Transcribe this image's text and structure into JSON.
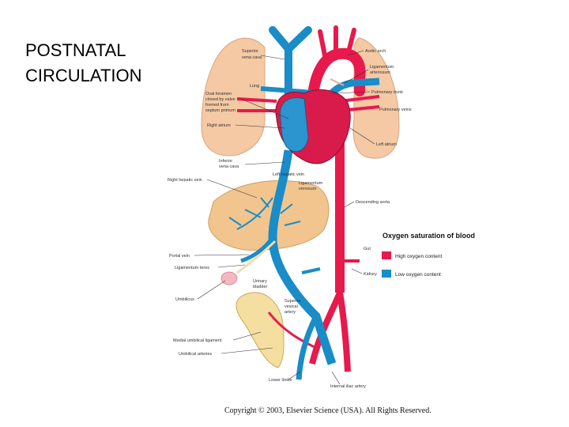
{
  "slide": {
    "title_lines": [
      "POSTNATAL",
      "CIRCULATION"
    ]
  },
  "labels": {
    "superior_vena_cava": [
      "Superior",
      "vena cava"
    ],
    "aortic_arch": "Aortic arch",
    "ligamentum_arteriosum": [
      "Ligamentum",
      "arteriosum"
    ],
    "lung": "Lung",
    "oval_foramen": [
      "Oval foramen",
      "closed by valve",
      "formed from",
      "septum primum"
    ],
    "pulmonary_trunk": "Pulmonary trunk",
    "pulmonary_veins": "Pulmonary veins",
    "right_atrium": "Right atrium",
    "left_atrium": "Left atrium",
    "inferior_vena_cava": [
      "Inferior",
      "vena cava"
    ],
    "left_hepatic_vein": "Left hepatic vein",
    "right_hepatic_vein": "Right hepatic vein",
    "ligamentum_venosum": [
      "Ligamentum",
      "venosum"
    ],
    "descending_aorta": "Descending aorta",
    "portal_vein": "Portal vein",
    "gut": "Gut",
    "ligamentum_teres": "Ligamentum teres",
    "urinary_bladder": [
      "Urinary",
      "bladder"
    ],
    "kidney": "Kidney",
    "umbilicus": "Umbilicus",
    "superior_vesical_artery": [
      "Superior",
      "vesical",
      "artery"
    ],
    "medial_umbilical_ligament": "Medial umbilical ligament",
    "umbilical_arteries": "Umbilical arteries",
    "lower_limbs": "Lower limbs",
    "internal_iliac_artery": "Internal iliac artery"
  },
  "legend": {
    "title": "Oxygen saturation of blood",
    "items": [
      {
        "label": "High oxygen content",
        "color": "#e8194b"
      },
      {
        "label": "Low oxygen content",
        "color": "#1a8cc8"
      }
    ]
  },
  "copyright": "Copyright © 2003, Elsevier Science (USA). All Rights Reserved.",
  "colors": {
    "oxygenated": "#e8194b",
    "deoxygenated": "#1a8cc8",
    "lung": "#f4c9a4",
    "liver": "#f2c58e",
    "bladder": "#f4dfa0"
  }
}
